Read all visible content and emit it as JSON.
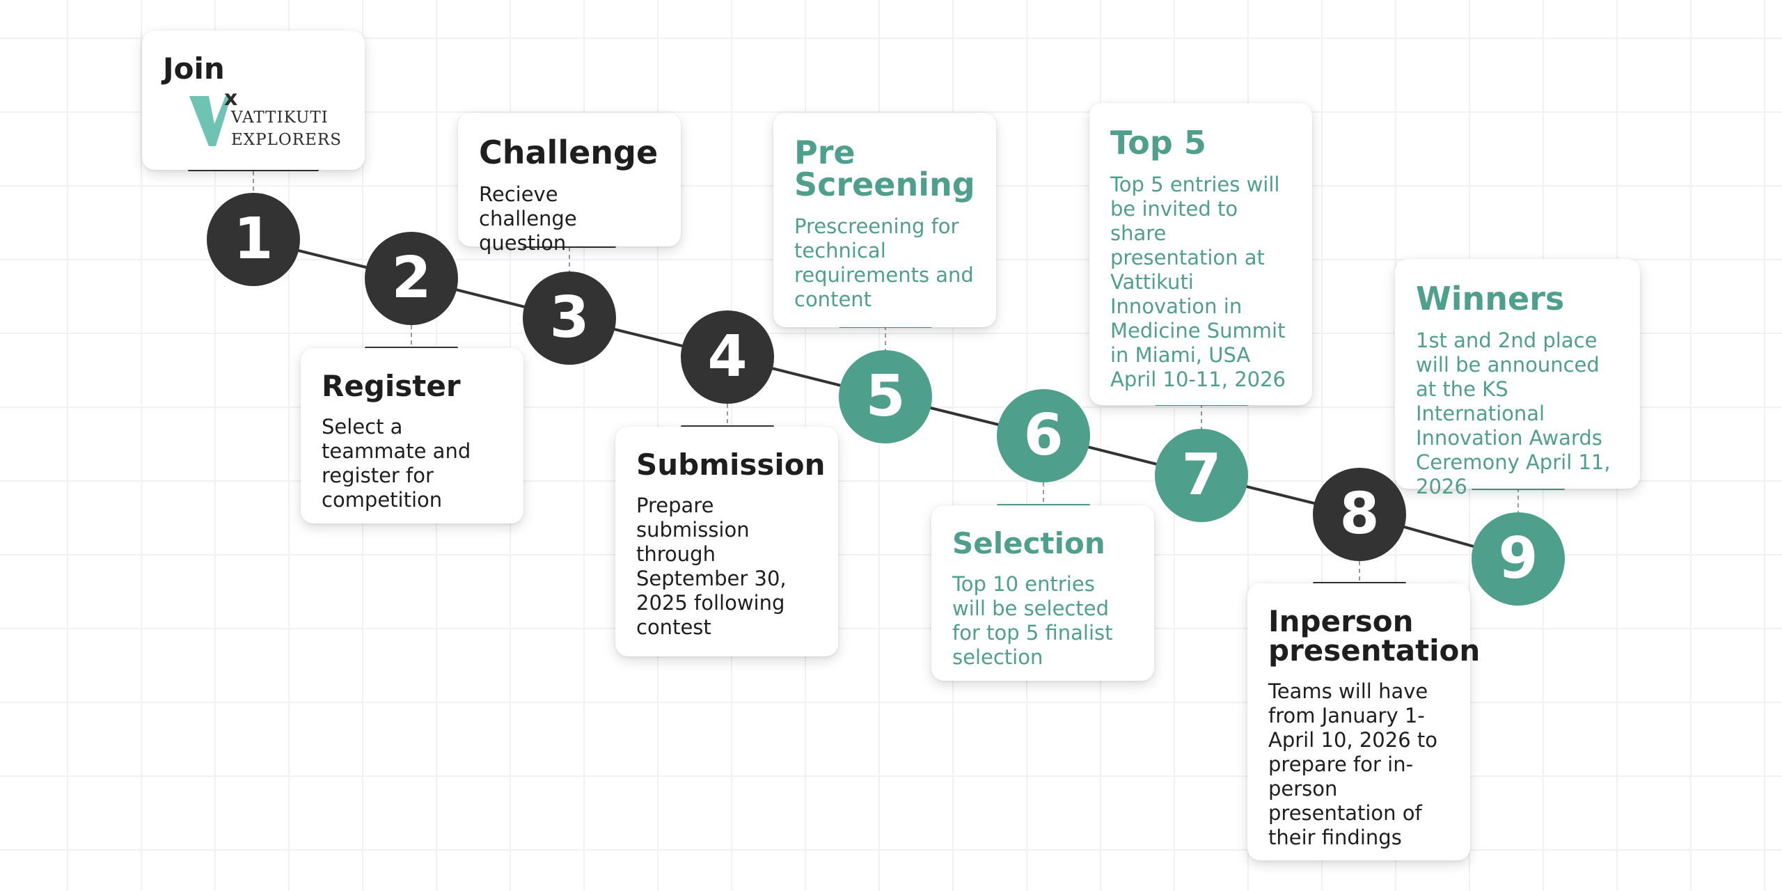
{
  "colors": {
    "dark": "#333333",
    "teal": "#4e9f8b",
    "text": "#1e1e1e"
  },
  "join": {
    "title": "Join",
    "logo": {
      "mark": "x",
      "line1": "VATTIKUTI",
      "line2": "EXPLORERS"
    }
  },
  "steps": [
    {
      "number": "1",
      "color": "dark"
    },
    {
      "number": "2",
      "color": "dark",
      "title": "Register",
      "text": "Select a teammate and register for competition"
    },
    {
      "number": "3",
      "color": "dark",
      "title": "Challenge",
      "text": "Recieve challenge question"
    },
    {
      "number": "4",
      "color": "dark",
      "title": "Submission",
      "text": "Prepare submission through September 30, 2025 following contest"
    },
    {
      "number": "5",
      "color": "teal",
      "title": "Pre Screening",
      "text": "Prescreening for technical requirements and content"
    },
    {
      "number": "6",
      "color": "teal",
      "title": "Selection",
      "text": "Top 10 entries will be selected for top 5 finalist selection"
    },
    {
      "number": "7",
      "color": "teal",
      "title": "Top 5",
      "text": "Top 5 entries will be invited to share presentation at Vattikuti Innovation in Medicine Summit in Miami, USA April 10-11, 2026"
    },
    {
      "number": "8",
      "color": "dark",
      "title": "Inperson presentation",
      "text": "Teams will have from January 1-April 10, 2026 to prepare for in-person presentation of their findings"
    },
    {
      "number": "9",
      "color": "teal",
      "title": "Winners",
      "text": "1st and 2nd place will be announced at the KS International Innovation Awards Ceremony April 11, 2026"
    }
  ]
}
